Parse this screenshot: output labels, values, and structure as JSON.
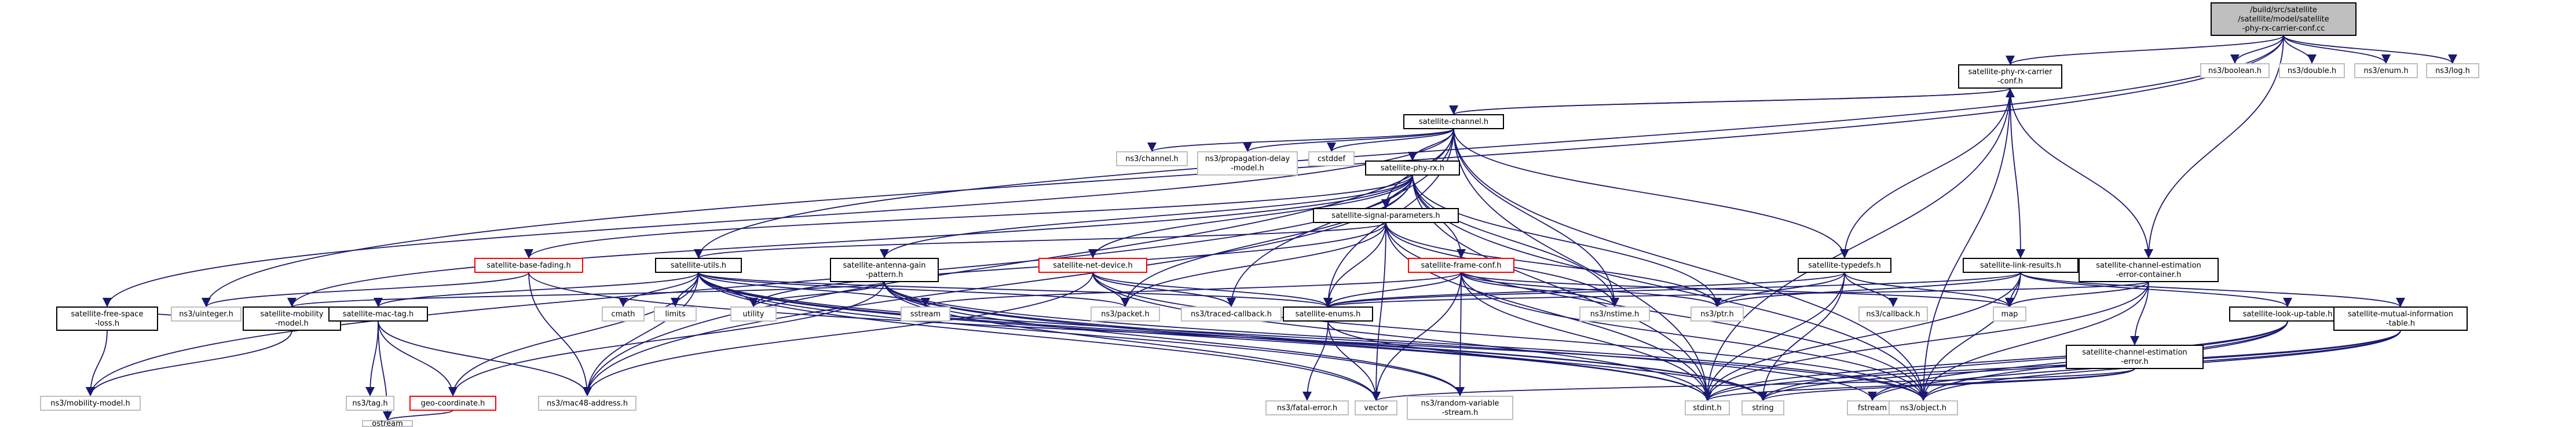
{
  "diagram": {
    "type": "include-dependency-graph",
    "colors": {
      "edge": "#191970",
      "root_fill": "#bfbfbf",
      "root_stroke": "#000000",
      "doc_stroke": "#000000",
      "missing_doc_stroke": "#bfbfbf",
      "incomplete_stroke": "#ff0000",
      "fill": "#ffffff"
    },
    "nodes": [
      {
        "id": "root",
        "lines": [
          "/build/src/satellite",
          "/satellite/model/satellite",
          "-phy-rx-carrier-conf.cc"
        ],
        "style": "root"
      },
      {
        "id": "rxconf_h",
        "lines": [
          "satellite-phy-rx-carrier",
          "-conf.h"
        ],
        "style": "doc"
      },
      {
        "id": "boolean",
        "lines": [
          "ns3/boolean.h"
        ],
        "style": "gray"
      },
      {
        "id": "double",
        "lines": [
          "ns3/double.h"
        ],
        "style": "gray"
      },
      {
        "id": "enum",
        "lines": [
          "ns3/enum.h"
        ],
        "style": "gray"
      },
      {
        "id": "log",
        "lines": [
          "ns3/log.h"
        ],
        "style": "gray"
      },
      {
        "id": "channel_h",
        "lines": [
          "satellite-channel.h"
        ],
        "style": "doc"
      },
      {
        "id": "ns3channel",
        "lines": [
          "ns3/channel.h"
        ],
        "style": "gray"
      },
      {
        "id": "propdelay",
        "lines": [
          "ns3/propagation-delay",
          "-model.h"
        ],
        "style": "gray"
      },
      {
        "id": "cstddef",
        "lines": [
          "cstddef"
        ],
        "style": "gray"
      },
      {
        "id": "phyrx_h",
        "lines": [
          "satellite-phy-rx.h"
        ],
        "style": "doc"
      },
      {
        "id": "sigparams_h",
        "lines": [
          "satellite-signal-parameters.h"
        ],
        "style": "doc"
      },
      {
        "id": "basefading_h",
        "lines": [
          "satellite-base-fading.h"
        ],
        "style": "red"
      },
      {
        "id": "utils_h",
        "lines": [
          "satellite-utils.h"
        ],
        "style": "doc"
      },
      {
        "id": "antenna_h",
        "lines": [
          "satellite-antenna-gain",
          "-pattern.h"
        ],
        "style": "doc"
      },
      {
        "id": "netdevice_h",
        "lines": [
          "satellite-net-device.h"
        ],
        "style": "red"
      },
      {
        "id": "frameconf_h",
        "lines": [
          "satellite-frame-conf.h"
        ],
        "style": "red"
      },
      {
        "id": "typedefs_h",
        "lines": [
          "satellite-typedefs.h"
        ],
        "style": "doc"
      },
      {
        "id": "linkresults_h",
        "lines": [
          "satellite-link-results.h"
        ],
        "style": "doc"
      },
      {
        "id": "cestcont_h",
        "lines": [
          "satellite-channel-estimation",
          "-error-container.h"
        ],
        "style": "doc"
      },
      {
        "id": "freespace_h",
        "lines": [
          "satellite-free-space",
          "-loss.h"
        ],
        "style": "doc"
      },
      {
        "id": "uinteger",
        "lines": [
          "ns3/uinteger.h"
        ],
        "style": "gray"
      },
      {
        "id": "mobility_h",
        "lines": [
          "satellite-mobility",
          "-model.h"
        ],
        "style": "doc"
      },
      {
        "id": "mactag_h",
        "lines": [
          "satellite-mac-tag.h"
        ],
        "style": "doc"
      },
      {
        "id": "cmath",
        "lines": [
          "cmath"
        ],
        "style": "gray"
      },
      {
        "id": "limits",
        "lines": [
          "limits"
        ],
        "style": "gray"
      },
      {
        "id": "utility",
        "lines": [
          "utility"
        ],
        "style": "gray"
      },
      {
        "id": "sstream",
        "lines": [
          "sstream"
        ],
        "style": "gray"
      },
      {
        "id": "packet",
        "lines": [
          "ns3/packet.h"
        ],
        "style": "gray"
      },
      {
        "id": "traced",
        "lines": [
          "ns3/traced-callback.h"
        ],
        "style": "gray"
      },
      {
        "id": "enums_h",
        "lines": [
          "satellite-enums.h"
        ],
        "style": "doc"
      },
      {
        "id": "nstime",
        "lines": [
          "ns3/nstime.h"
        ],
        "style": "gray"
      },
      {
        "id": "ptr",
        "lines": [
          "ns3/ptr.h"
        ],
        "style": "gray"
      },
      {
        "id": "callback",
        "lines": [
          "ns3/callback.h"
        ],
        "style": "gray"
      },
      {
        "id": "map",
        "lines": [
          "map"
        ],
        "style": "gray"
      },
      {
        "id": "cesterr_h",
        "lines": [
          "satellite-channel-estimation",
          "-error.h"
        ],
        "style": "doc"
      },
      {
        "id": "lookup_h",
        "lines": [
          "satellite-look-up-table.h"
        ],
        "style": "doc"
      },
      {
        "id": "mutinfo_h",
        "lines": [
          "satellite-mutual-information",
          "-table.h"
        ],
        "style": "doc"
      },
      {
        "id": "mobilitymodel",
        "lines": [
          "ns3/mobility-model.h"
        ],
        "style": "gray"
      },
      {
        "id": "tag",
        "lines": [
          "ns3/tag.h"
        ],
        "style": "gray"
      },
      {
        "id": "geocoord_h",
        "lines": [
          "geo-coordinate.h"
        ],
        "style": "red"
      },
      {
        "id": "mac48",
        "lines": [
          "ns3/mac48-address.h"
        ],
        "style": "gray"
      },
      {
        "id": "fatalerror",
        "lines": [
          "ns3/fatal-error.h"
        ],
        "style": "gray"
      },
      {
        "id": "vector",
        "lines": [
          "vector"
        ],
        "style": "gray"
      },
      {
        "id": "randvar",
        "lines": [
          "ns3/random-variable",
          "-stream.h"
        ],
        "style": "gray"
      },
      {
        "id": "stdint",
        "lines": [
          "stdint.h"
        ],
        "style": "gray"
      },
      {
        "id": "string",
        "lines": [
          "string"
        ],
        "style": "gray"
      },
      {
        "id": "fstream",
        "lines": [
          "fstream"
        ],
        "style": "gray"
      },
      {
        "id": "object",
        "lines": [
          "ns3/object.h"
        ],
        "style": "gray"
      },
      {
        "id": "ostream",
        "lines": [
          "ostream"
        ],
        "style": "gray"
      }
    ],
    "edges": [
      [
        "root",
        "rxconf_h"
      ],
      [
        "root",
        "boolean"
      ],
      [
        "root",
        "double"
      ],
      [
        "root",
        "enum"
      ],
      [
        "root",
        "log"
      ],
      [
        "root",
        "utils_h"
      ],
      [
        "root",
        "uinteger"
      ],
      [
        "root",
        "cestcont_h"
      ],
      [
        "rxconf_h",
        "channel_h"
      ],
      [
        "rxconf_h",
        "typedefs_h"
      ],
      [
        "rxconf_h",
        "linkresults_h"
      ],
      [
        "rxconf_h",
        "cestcont_h"
      ],
      [
        "rxconf_h",
        "stdint"
      ],
      [
        "rxconf_h",
        "object"
      ],
      [
        "channel_h",
        "rxconf_h"
      ],
      [
        "channel_h",
        "ns3channel"
      ],
      [
        "channel_h",
        "propdelay"
      ],
      [
        "channel_h",
        "cstddef"
      ],
      [
        "channel_h",
        "phyrx_h"
      ],
      [
        "channel_h",
        "sigparams_h"
      ],
      [
        "channel_h",
        "freespace_h"
      ],
      [
        "channel_h",
        "typedefs_h"
      ],
      [
        "channel_h",
        "enums_h"
      ],
      [
        "channel_h",
        "nstime"
      ],
      [
        "channel_h",
        "stdint"
      ],
      [
        "channel_h",
        "object"
      ],
      [
        "channel_h",
        "traced"
      ],
      [
        "channel_h",
        "mac48"
      ],
      [
        "phyrx_h",
        "sigparams_h"
      ],
      [
        "phyrx_h",
        "basefading_h"
      ],
      [
        "phyrx_h",
        "antenna_h"
      ],
      [
        "phyrx_h",
        "netdevice_h"
      ],
      [
        "phyrx_h",
        "frameconf_h"
      ],
      [
        "phyrx_h",
        "mobility_h"
      ],
      [
        "phyrx_h",
        "mobilitymodel"
      ],
      [
        "phyrx_h",
        "packet"
      ],
      [
        "phyrx_h",
        "nstime"
      ],
      [
        "phyrx_h",
        "ptr"
      ],
      [
        "phyrx_h",
        "stdint"
      ],
      [
        "phyrx_h",
        "object"
      ],
      [
        "phyrx_h",
        "mac48"
      ],
      [
        "sigparams_h",
        "utils_h"
      ],
      [
        "sigparams_h",
        "enums_h"
      ],
      [
        "sigparams_h",
        "packet"
      ],
      [
        "sigparams_h",
        "nstime"
      ],
      [
        "sigparams_h",
        "ptr"
      ],
      [
        "sigparams_h",
        "vector"
      ],
      [
        "sigparams_h",
        "utility"
      ],
      [
        "sigparams_h",
        "object"
      ],
      [
        "sigparams_h",
        "stdint"
      ],
      [
        "basefading_h",
        "uinteger"
      ],
      [
        "basefading_h",
        "mac48"
      ],
      [
        "basefading_h",
        "object"
      ],
      [
        "utils_h",
        "mactag_h"
      ],
      [
        "utils_h",
        "cmath"
      ],
      [
        "utils_h",
        "limits"
      ],
      [
        "utils_h",
        "utility"
      ],
      [
        "utils_h",
        "sstream"
      ],
      [
        "utils_h",
        "packet"
      ],
      [
        "utils_h",
        "enums_h"
      ],
      [
        "utils_h",
        "vector"
      ],
      [
        "utils_h",
        "stdint"
      ],
      [
        "utils_h",
        "string"
      ],
      [
        "utils_h",
        "fstream"
      ],
      [
        "utils_h",
        "mac48"
      ],
      [
        "utils_h",
        "geocoord_h"
      ],
      [
        "utils_h",
        "randvar"
      ],
      [
        "antenna_h",
        "mobility_h"
      ],
      [
        "antenna_h",
        "utility"
      ],
      [
        "antenna_h",
        "vector"
      ],
      [
        "antenna_h",
        "stdint"
      ],
      [
        "antenna_h",
        "string"
      ],
      [
        "antenna_h",
        "object"
      ],
      [
        "antenna_h",
        "geocoord_h"
      ],
      [
        "antenna_h",
        "randvar"
      ],
      [
        "netdevice_h",
        "traced"
      ],
      [
        "netdevice_h",
        "packet"
      ],
      [
        "netdevice_h",
        "enums_h"
      ],
      [
        "netdevice_h",
        "mac48"
      ],
      [
        "netdevice_h",
        "stdint"
      ],
      [
        "netdevice_h",
        "object"
      ],
      [
        "frameconf_h",
        "enums_h"
      ],
      [
        "frameconf_h",
        "nstime"
      ],
      [
        "frameconf_h",
        "ptr"
      ],
      [
        "frameconf_h",
        "map"
      ],
      [
        "frameconf_h",
        "vector"
      ],
      [
        "frameconf_h",
        "stdint"
      ],
      [
        "frameconf_h",
        "object"
      ],
      [
        "frameconf_h",
        "randvar"
      ],
      [
        "frameconf_h",
        "sstream"
      ],
      [
        "typedefs_h",
        "enums_h"
      ],
      [
        "typedefs_h",
        "ptr"
      ],
      [
        "typedefs_h",
        "callback"
      ],
      [
        "typedefs_h",
        "stdint"
      ],
      [
        "typedefs_h",
        "string"
      ],
      [
        "typedefs_h",
        "map"
      ],
      [
        "linkresults_h",
        "enums_h"
      ],
      [
        "linkresults_h",
        "ptr"
      ],
      [
        "linkresults_h",
        "map"
      ],
      [
        "linkresults_h",
        "lookup_h"
      ],
      [
        "linkresults_h",
        "mutinfo_h"
      ],
      [
        "linkresults_h",
        "stdint"
      ],
      [
        "linkresults_h",
        "object"
      ],
      [
        "cestcont_h",
        "cesterr_h"
      ],
      [
        "cestcont_h",
        "enums_h"
      ],
      [
        "cestcont_h",
        "map"
      ],
      [
        "cestcont_h",
        "object"
      ],
      [
        "cestcont_h",
        "stdint"
      ],
      [
        "freespace_h",
        "uinteger"
      ],
      [
        "freespace_h",
        "mobilitymodel"
      ],
      [
        "mobility_h",
        "mobilitymodel"
      ],
      [
        "mactag_h",
        "tag"
      ],
      [
        "mactag_h",
        "geocoord_h"
      ],
      [
        "mactag_h",
        "mac48"
      ],
      [
        "mactag_h",
        "ostream"
      ],
      [
        "enums_h",
        "fatalerror"
      ],
      [
        "enums_h",
        "vector"
      ],
      [
        "enums_h",
        "string"
      ],
      [
        "geocoord_h",
        "ostream"
      ],
      [
        "cesterr_h",
        "stdint"
      ],
      [
        "cesterr_h",
        "string"
      ],
      [
        "cesterr_h",
        "vector"
      ],
      [
        "lookup_h",
        "stdint"
      ],
      [
        "lookup_h",
        "string"
      ],
      [
        "lookup_h",
        "fstream"
      ],
      [
        "lookup_h",
        "object"
      ],
      [
        "mutinfo_h",
        "stdint"
      ],
      [
        "mutinfo_h",
        "string"
      ],
      [
        "mutinfo_h",
        "fstream"
      ],
      [
        "mutinfo_h",
        "object"
      ]
    ]
  }
}
